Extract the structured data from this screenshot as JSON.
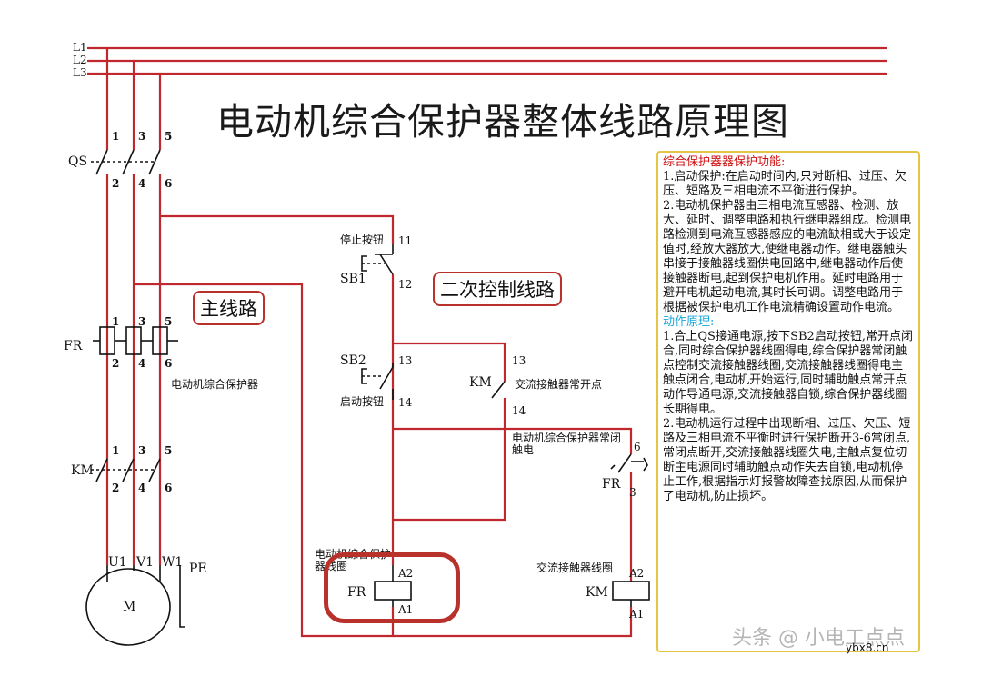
{
  "title": "电动机综合保护器整体线路原理图",
  "lines": {
    "l1": "L1",
    "l2": "L2",
    "l3": "L3"
  },
  "main_circuit": {
    "label": "主线路",
    "qs": "QS",
    "fr": "FR",
    "fr_desc": "电动机综合保护器",
    "km": "KM",
    "terminals_top": [
      "1",
      "3",
      "5"
    ],
    "terminals_bottom": [
      "2",
      "4",
      "6"
    ],
    "motor_terminals": [
      "U1",
      "V1",
      "W1"
    ],
    "pe": "PE",
    "motor": "M"
  },
  "control_circuit": {
    "label": "二次控制线路",
    "stop_button_label": "停止按钮",
    "sb1": "SB1",
    "sb1_t1": "11",
    "sb1_t2": "12",
    "sb2": "SB2",
    "start_button_label": "启动按钮",
    "sb2_t1": "13",
    "sb2_t2": "14",
    "km_aux": "KM",
    "km_aux_label": "交流接触器常开点",
    "km_aux_t1": "13",
    "km_aux_t2": "14",
    "fr_nc_label": "电动机综合保护器常闭触电",
    "fr_nc": "FR",
    "fr_nc_t1": "6",
    "fr_nc_t2": "3",
    "fr_coil_label": "电动机综合保护器线圈",
    "fr_coil": "FR",
    "fr_coil_a2": "A2",
    "fr_coil_a1": "A1",
    "km_coil_label": "交流接触器线圈",
    "km_coil": "KM",
    "km_coil_a2": "A2",
    "km_coil_a1": "A1"
  },
  "notes": {
    "heading1": "综合保护器器保护功能:",
    "p1": "1.启动保护:在启动时间内,只对断相、过压、欠压、短路及三相电流不平衡进行保护。",
    "p2": "2.电动机保护器由三相电流互感器、检测、放大、延时、调整电路和执行继电器组成。检测电路检测到电流互感器感应的电流缺相或大于设定值时,经放大器放大,使继电器动作。继电器触头串接于接触器线圈供电回路中,继电器动作后使接触器断电,起到保护电机作用。延时电路用于避开电机起动电流,其时长可调。调整电路用于根据被保护电机工作电流精确设置动作电流。",
    "heading2": "动作原理:",
    "p3": "1.合上QS接通电源,按下SB2启动按钮,常开点闭合,同时综合保护器线圈得电,综合保护器常闭触点控制交流接触器线圈,交流接触器线圈得电主触点闭合,电动机开始运行,同时辅助触点常开点动作导通电源,交流接触器自锁,综合保护器线圈长期得电。",
    "p4": "2.电动机运行过程中出现断相、过压、欠压、短路及三相电流不平衡时进行保护断开3-6常闭点,常闭点断开,交流接触器线圈失电,主触点复位切断主电源同时辅助触点动作失去自锁,电动机停止工作,根据指示灯报警故障查找原因,从而保护了电动机,防止损坏。"
  },
  "watermark": "头条 @ 小电工点点",
  "site": "ybx8.cn",
  "colors": {
    "wire": "#c0282d",
    "line_black": "#111111",
    "notes_border": "#e5c545",
    "notes_heading": "#d01010",
    "notes_heading2": "#1aa6d8"
  }
}
